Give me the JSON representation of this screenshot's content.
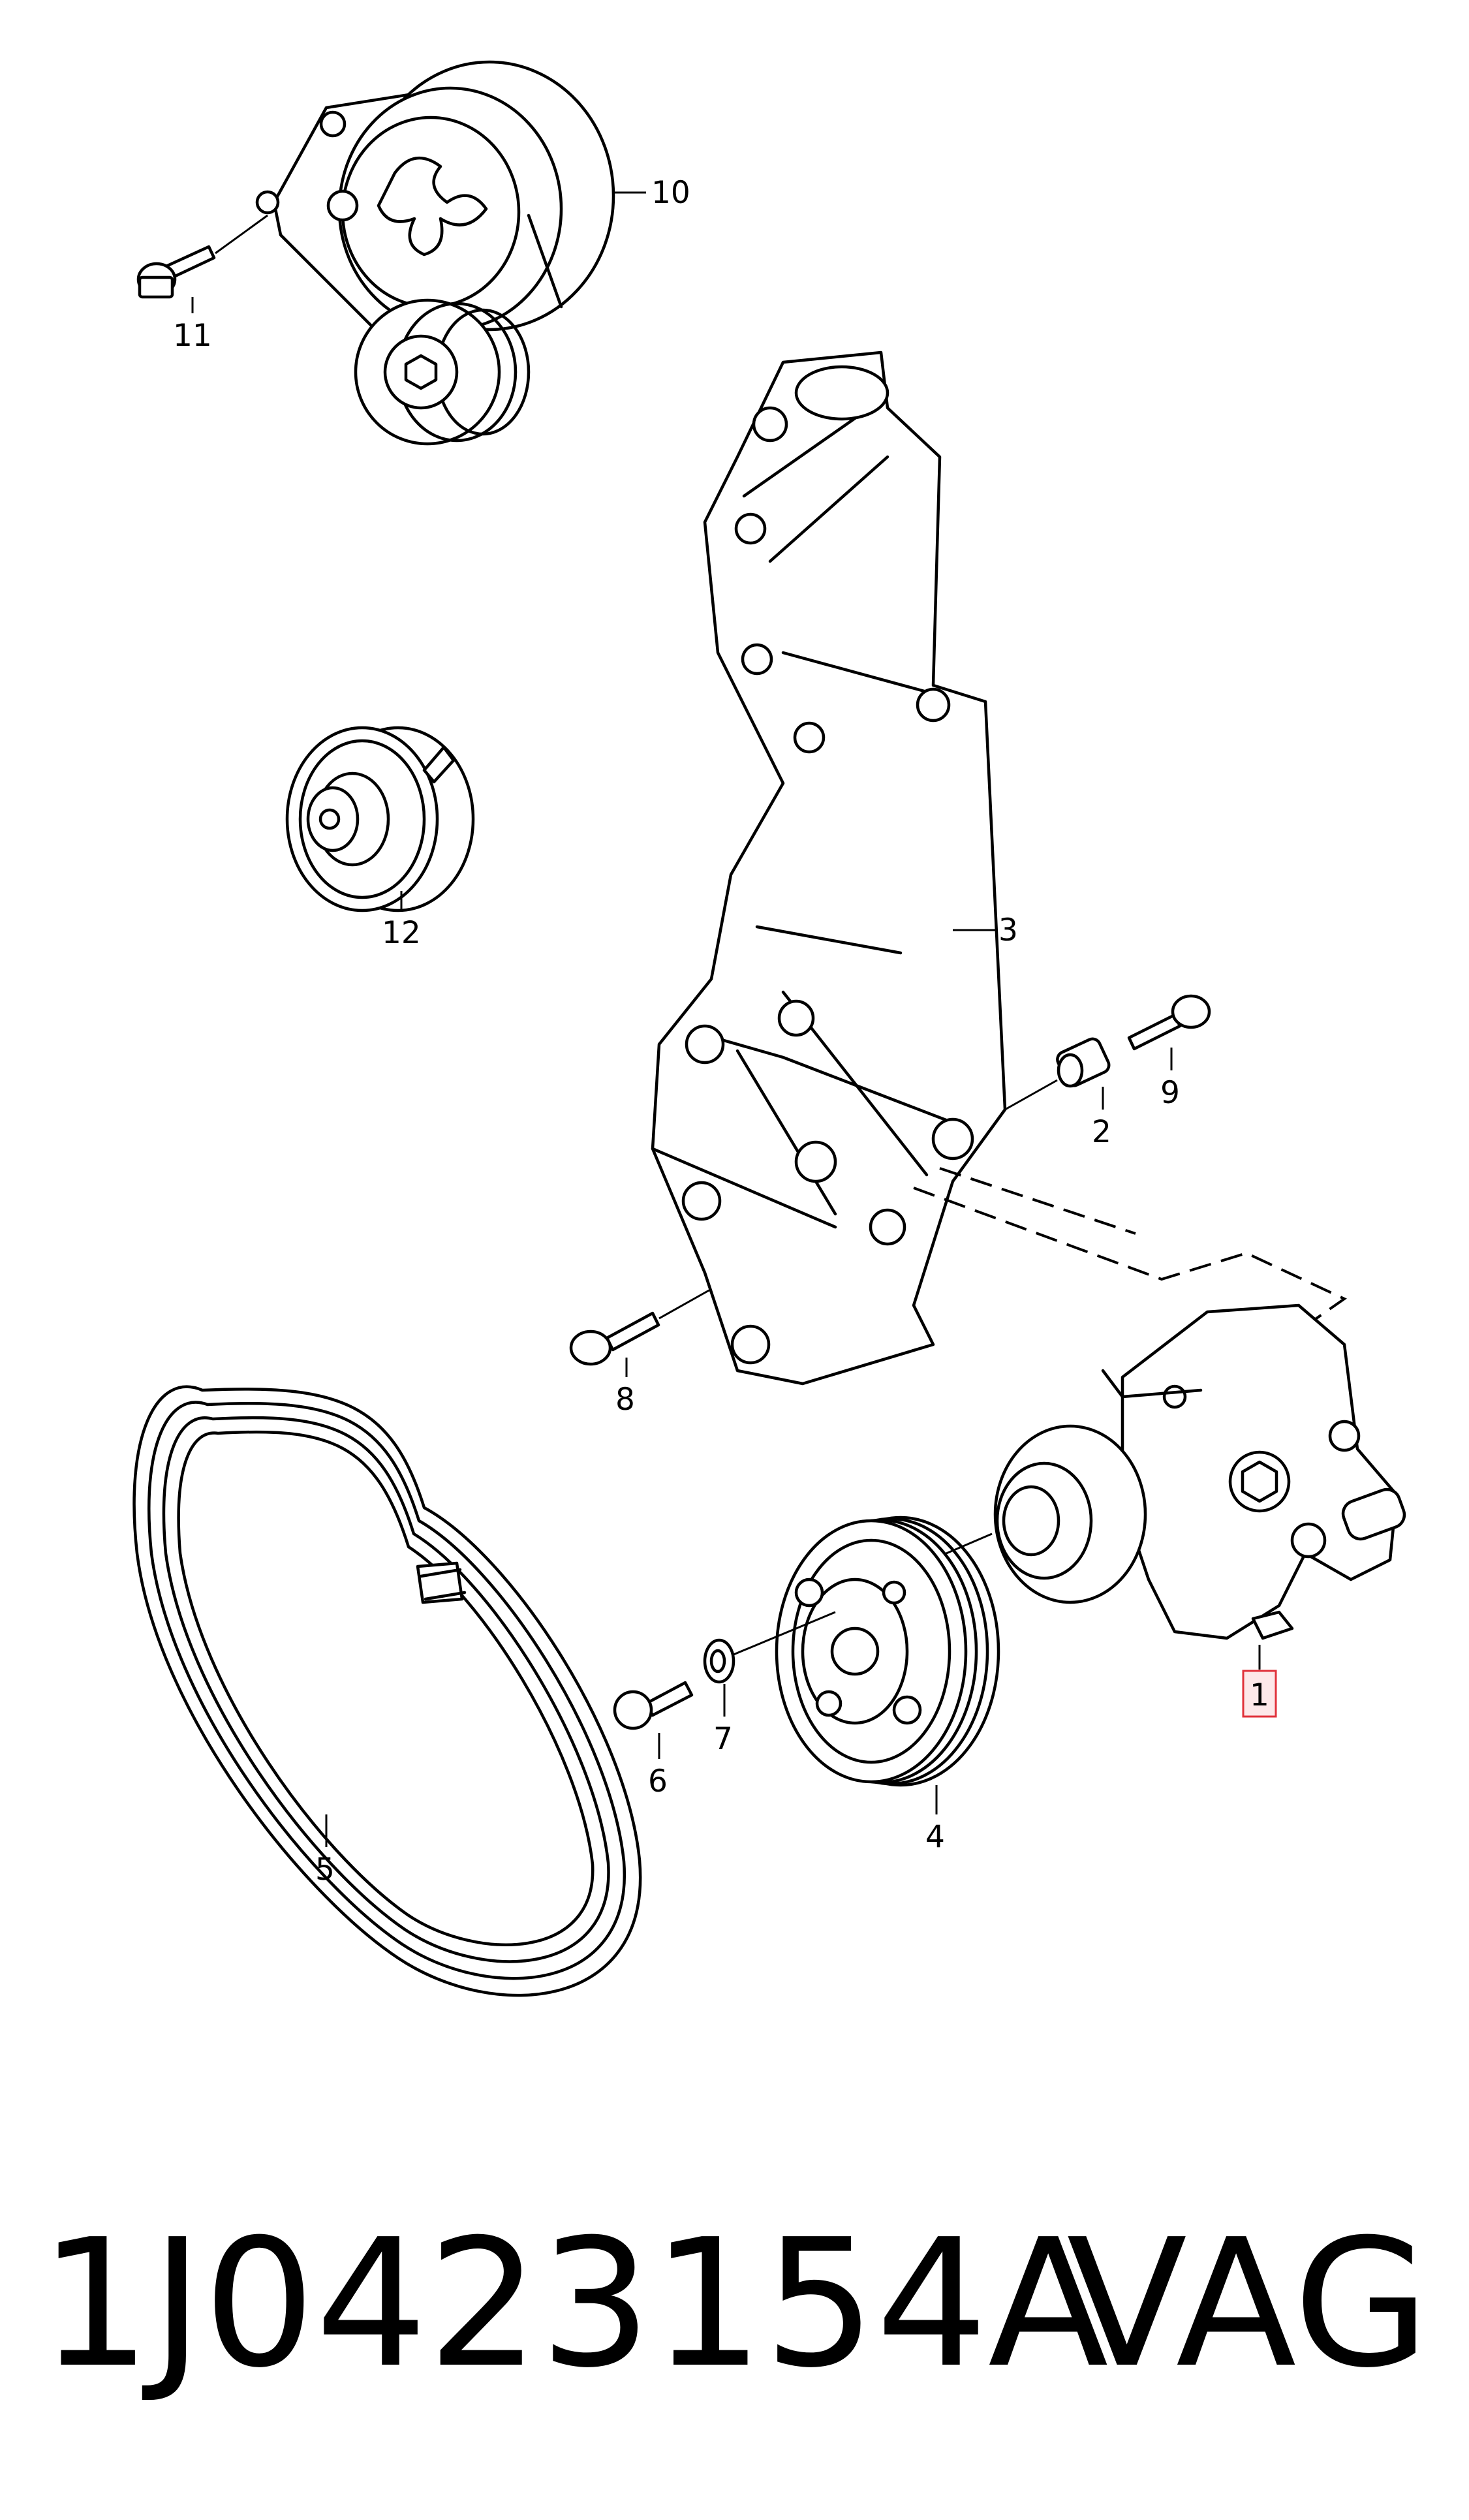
{
  "diagram": {
    "callouts": [
      {
        "id": "1",
        "label": "1",
        "highlighted": true
      },
      {
        "id": "2",
        "label": "2"
      },
      {
        "id": "3",
        "label": "3"
      },
      {
        "id": "4",
        "label": "4"
      },
      {
        "id": "5",
        "label": "5"
      },
      {
        "id": "6",
        "label": "6"
      },
      {
        "id": "7",
        "label": "7"
      },
      {
        "id": "8",
        "label": "8"
      },
      {
        "id": "9",
        "label": "9"
      },
      {
        "id": "10",
        "label": "10"
      },
      {
        "id": "11",
        "label": "11"
      },
      {
        "id": "12",
        "label": "12"
      }
    ],
    "highlight_color": "#e0313a"
  },
  "footer": {
    "part_number": "1J0423154A",
    "brand": "VAG"
  }
}
